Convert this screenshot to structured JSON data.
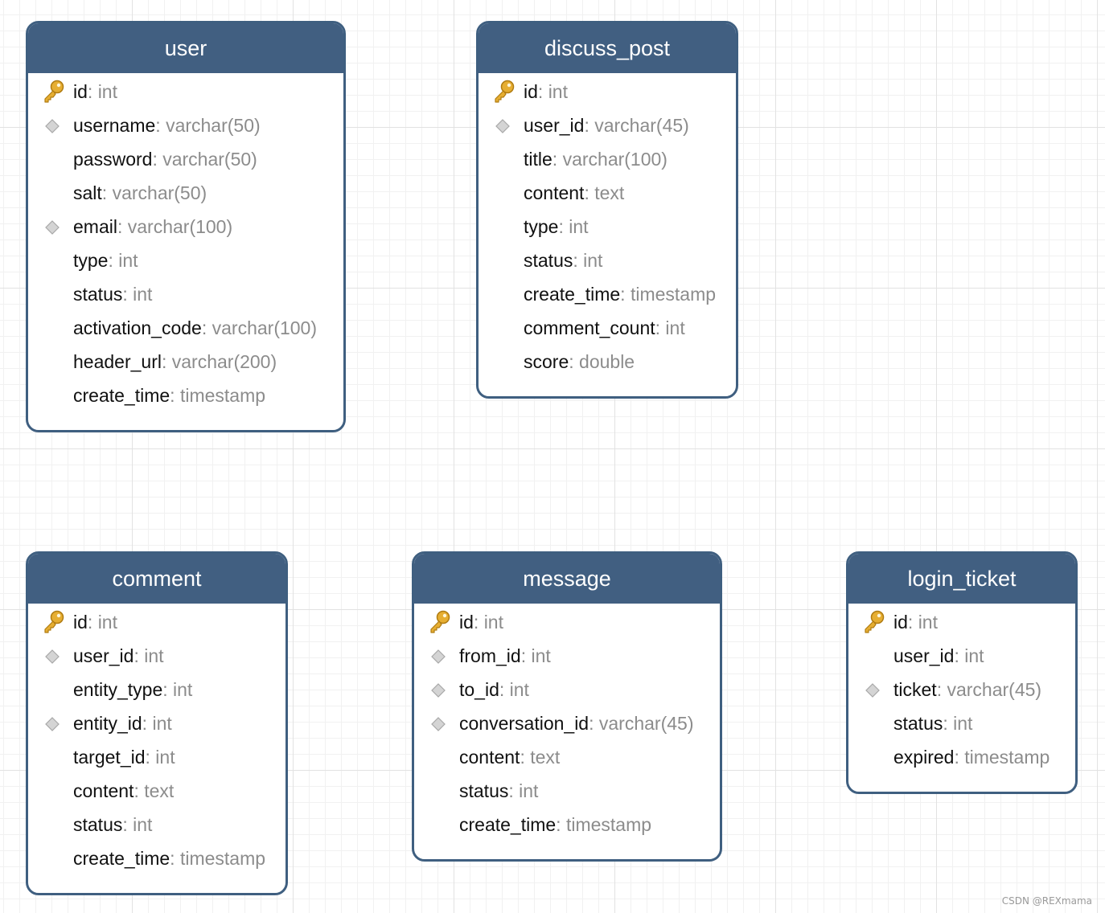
{
  "entities": [
    {
      "name": "user",
      "fields": [
        {
          "name": "id",
          "type": "int",
          "icon": "key-icon"
        },
        {
          "name": "username",
          "type": "varchar(50)",
          "icon": "diamond-icon"
        },
        {
          "name": "password",
          "type": "varchar(50)",
          "icon": ""
        },
        {
          "name": "salt",
          "type": "varchar(50)",
          "icon": ""
        },
        {
          "name": "email",
          "type": "varchar(100)",
          "icon": "diamond-icon"
        },
        {
          "name": "type",
          "type": "int",
          "icon": ""
        },
        {
          "name": "status",
          "type": "int",
          "icon": ""
        },
        {
          "name": "activation_code",
          "type": "varchar(100)",
          "icon": ""
        },
        {
          "name": "header_url",
          "type": "varchar(200)",
          "icon": ""
        },
        {
          "name": "create_time",
          "type": "timestamp",
          "icon": ""
        }
      ]
    },
    {
      "name": "discuss_post",
      "fields": [
        {
          "name": "id",
          "type": "int",
          "icon": "key-icon"
        },
        {
          "name": "user_id",
          "type": "varchar(45)",
          "icon": "diamond-icon"
        },
        {
          "name": "title",
          "type": "varchar(100)",
          "icon": ""
        },
        {
          "name": "content",
          "type": "text",
          "icon": ""
        },
        {
          "name": "type",
          "type": "int",
          "icon": ""
        },
        {
          "name": "status",
          "type": "int",
          "icon": ""
        },
        {
          "name": "create_time",
          "type": "timestamp",
          "icon": ""
        },
        {
          "name": "comment_count",
          "type": "int",
          "icon": ""
        },
        {
          "name": "score",
          "type": "double",
          "icon": ""
        }
      ]
    },
    {
      "name": "comment",
      "fields": [
        {
          "name": "id",
          "type": "int",
          "icon": "key-icon"
        },
        {
          "name": "user_id",
          "type": "int",
          "icon": "diamond-icon"
        },
        {
          "name": "entity_type",
          "type": "int",
          "icon": ""
        },
        {
          "name": "entity_id",
          "type": "int",
          "icon": "diamond-icon"
        },
        {
          "name": "target_id",
          "type": "int",
          "icon": ""
        },
        {
          "name": "content",
          "type": "text",
          "icon": ""
        },
        {
          "name": "status",
          "type": "int",
          "icon": ""
        },
        {
          "name": "create_time",
          "type": "timestamp",
          "icon": ""
        }
      ]
    },
    {
      "name": "message",
      "fields": [
        {
          "name": "id",
          "type": "int",
          "icon": "key-icon"
        },
        {
          "name": "from_id",
          "type": "int",
          "icon": "diamond-icon"
        },
        {
          "name": "to_id",
          "type": "int",
          "icon": "diamond-icon"
        },
        {
          "name": "conversation_id",
          "type": "varchar(45)",
          "icon": "diamond-icon"
        },
        {
          "name": "content",
          "type": "text",
          "icon": ""
        },
        {
          "name": "status",
          "type": "int",
          "icon": ""
        },
        {
          "name": "create_time",
          "type": "timestamp",
          "icon": ""
        }
      ]
    },
    {
      "name": "login_ticket",
      "fields": [
        {
          "name": "id",
          "type": "int",
          "icon": "key-icon"
        },
        {
          "name": "user_id",
          "type": "int",
          "icon": ""
        },
        {
          "name": "ticket",
          "type": "varchar(45)",
          "icon": "diamond-icon"
        },
        {
          "name": "status",
          "type": "int",
          "icon": ""
        },
        {
          "name": "expired",
          "type": "timestamp",
          "icon": ""
        }
      ]
    }
  ],
  "watermark": "CSDN @REXmama",
  "colors": {
    "header": "#415f81",
    "border": "#3f5f80",
    "key": "#e0a82e",
    "index": "#c8c8c8"
  }
}
